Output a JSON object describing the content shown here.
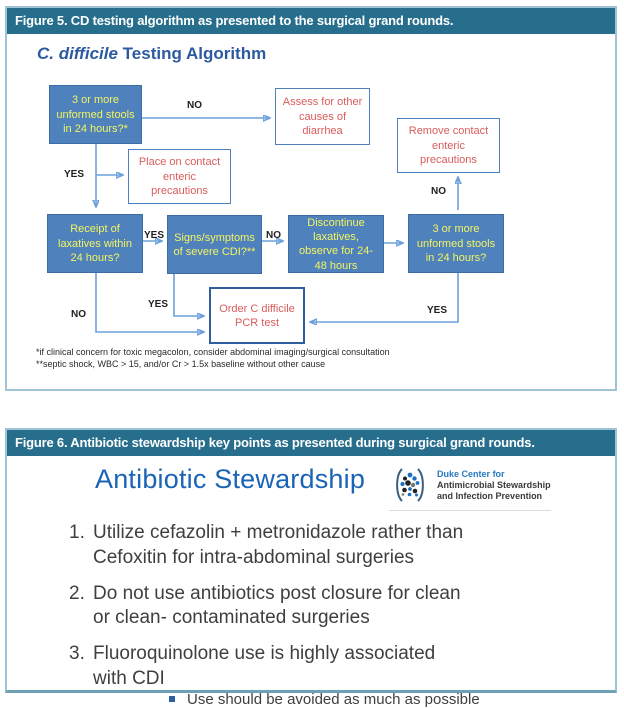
{
  "colors": {
    "header_teal": "#266e8c",
    "figure_border": "#9ec3d4",
    "blue_box_fill": "#4f81bd",
    "blue_box_text": "#f3f55f",
    "white_box_text": "#d95c5c",
    "arrow_blue": "#6ca0dc",
    "fig5_title_blue": "#2c5aa0",
    "fig6_title_blue": "#1a64b8"
  },
  "figure5": {
    "caption": "Figure 5. CD testing algorithm as presented to the surgical grand rounds.",
    "title_italic": "C. difficile",
    "title_rest": " Testing Algorithm",
    "boxes": {
      "stools1": "3 or more\nunformed stools\nin 24 hours?*",
      "assess": "Assess for other\ncauses of\ndiarrhea",
      "remove": "Remove contact\nenteric\nprecautions",
      "place": "Place on contact\nenteric\nprecautions",
      "receipt": "Receipt of\nlaxatives within\n24 hours?",
      "signs": "Signs/symptoms\nof severe CDI?**",
      "discontinue": "Discontinue\nlaxatives,\nobserve for 24-\n48 hours",
      "stools2": "3 or more\nunformed stools\nin 24 hours?",
      "order": "Order C difficile\nPCR test"
    },
    "labels": {
      "no_top": "NO",
      "yes_left": "YES",
      "no_remove": "NO",
      "yes_row2": "YES",
      "no_row2": "NO",
      "yes_mid": "YES",
      "no_bottom": "NO",
      "yes_right": "YES"
    },
    "footnote1": "*if clinical concern for toxic megacolon, consider abdominal imaging/surgical consultation",
    "footnote2": "**septic shock, WBC > 15, and/or Cr > 1.5x baseline without other cause"
  },
  "figure6": {
    "caption": "Figure 6. Antibiotic stewardship key points as presented during surgical grand rounds.",
    "title": "Antibiotic Stewardship",
    "logo": {
      "line1": "Duke Center for",
      "line2": "Antimicrobial Stewardship",
      "line3": "and Infection Prevention"
    },
    "items": [
      {
        "num": "1.",
        "text": "Utilize cefazolin + metronidazole rather than\nCefoxitin for intra-abdominal surgeries"
      },
      {
        "num": "2.",
        "text": "Do not use antibiotics post closure for clean\nor clean- contaminated surgeries"
      },
      {
        "num": "3.",
        "text": "Fluoroquinolone use is highly associated\nwith CDI"
      }
    ],
    "sub_bullet": "Use should be avoided as much as possible"
  }
}
